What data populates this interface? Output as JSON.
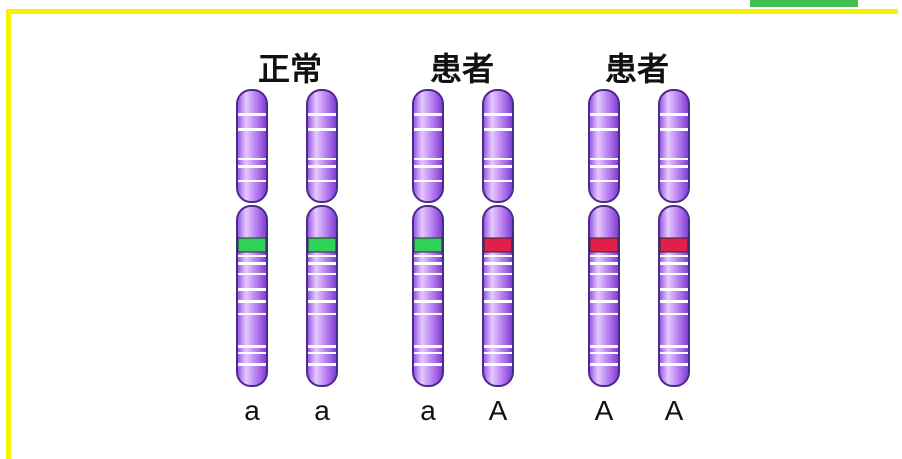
{
  "colors": {
    "frame": "#f6f200",
    "tab": "#3fbf4f",
    "chromosome_fill": "#b77cf0",
    "chromosome_highlight": "#e6c8ff",
    "chromosome_stroke": "#4a2a8c",
    "band": "#ffffff",
    "normal_gene": "#2fd15a",
    "mutant_gene": "#e0204a"
  },
  "groups": [
    {
      "label": "正常",
      "alleles": [
        "a",
        "a"
      ],
      "genes": [
        "normal",
        "normal"
      ]
    },
    {
      "label": "患者",
      "alleles": [
        "a",
        "A"
      ],
      "genes": [
        "normal",
        "mutant"
      ]
    },
    {
      "label": "患者",
      "alleles": [
        "A",
        "A"
      ],
      "genes": [
        "mutant",
        "mutant"
      ]
    }
  ]
}
